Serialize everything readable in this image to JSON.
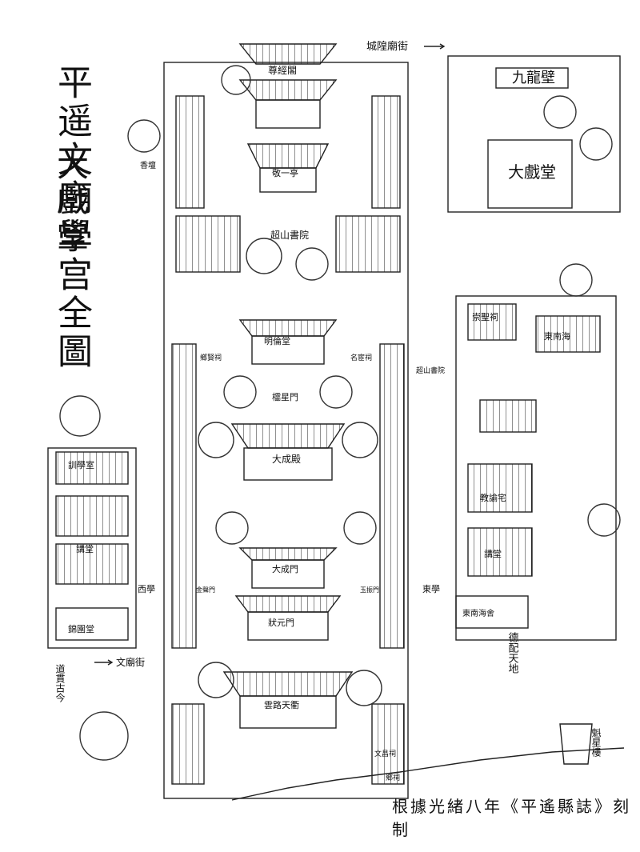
{
  "title": {
    "col1": "平遥文廟學宫全圖",
    "col2": "大戲堂"
  },
  "caption": "根據光緒八年《平遙縣誌》刻制",
  "labels": {
    "zunjing": "尊經閣",
    "jiulongbi": "九龍壁",
    "chenghuang": "城隍廟街",
    "daxitang": "大戲堂",
    "jingyi": "敬一亭",
    "xiangtan": "香壇",
    "chaoshan": "超山書院",
    "chaoshan2": "超山書院",
    "minglun": "明倫堂",
    "chongsheng": "崇聖祠",
    "dongnanhai": "東南海",
    "xiangxian": "鄉賢祠",
    "minghuan": "名宦祠",
    "lingxing": "櫺星門",
    "dacheng": "大成殿",
    "xuntang": "訓學室",
    "xijiang": "講堂",
    "jinyuan": "錦園堂",
    "xixue": "西學",
    "daochengmen": "大成門",
    "jinshengmen": "金聲門",
    "yuzhenmen": "玉振門",
    "zhuangyuan": "狀元門",
    "dongxue": "東學",
    "jiaoyu": "教諭宅",
    "dongjiang": "講堂",
    "dongnanshe": "東南海舍",
    "wenmiaojie": "文廟街",
    "daoguan": "道貫古今",
    "depei": "德配天地",
    "yunlu": "雲路天衢",
    "kuixing": "魁星樓",
    "wenchang": "文昌祠",
    "xiangsi": "鄉祠"
  }
}
